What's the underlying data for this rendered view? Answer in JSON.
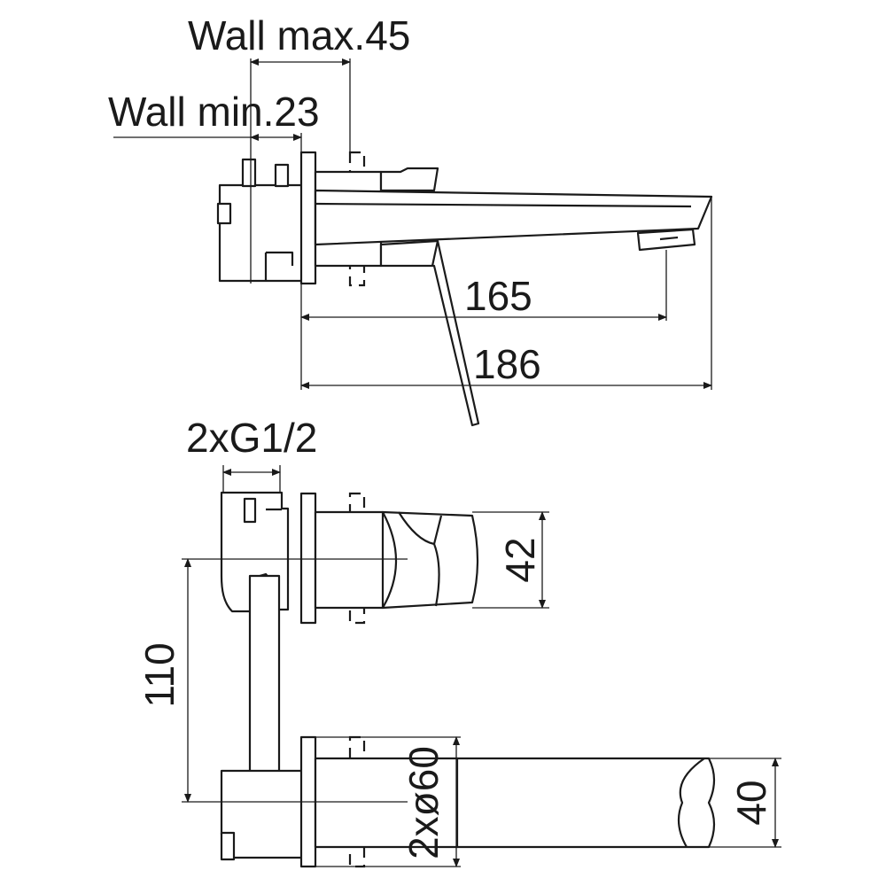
{
  "dimensions": {
    "wall_max": "Wall max.45",
    "wall_min": "Wall min.23",
    "spout_165": "165",
    "spout_186": "186",
    "thread": "2xG1/2",
    "height_42": "42",
    "height_110": "110",
    "rosette": "2xø60",
    "height_40": "40"
  }
}
